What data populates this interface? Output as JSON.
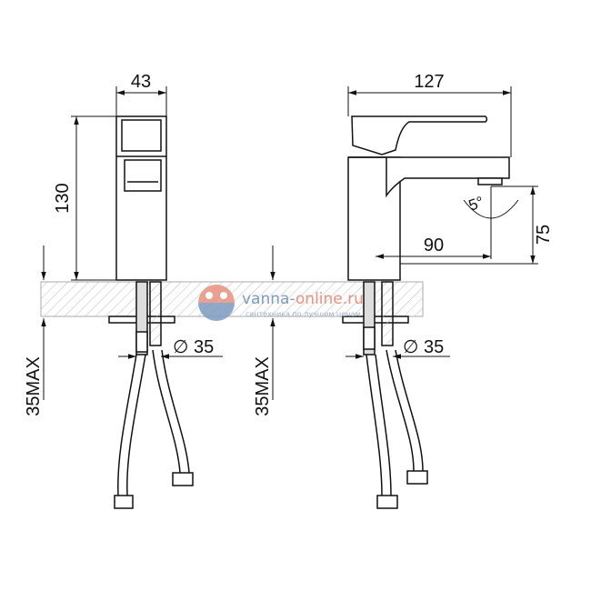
{
  "dimensions": {
    "left_view": {
      "width": "43",
      "height": "130",
      "diameter": "∅ 35",
      "max_thickness": "35MAX"
    },
    "right_view": {
      "length": "127",
      "reach": "90",
      "spout_height": "75",
      "angle": "5°",
      "diameter": "∅ 35",
      "max_thickness": "35MAX"
    }
  },
  "watermark": {
    "brand_part1": "vanna-",
    "brand_part2": "online.ru",
    "tagline": "сантехника по лучшим ценам",
    "colors": {
      "blue": "#7d9bc0",
      "red": "#e8917f"
    }
  },
  "colors": {
    "line": "#111111",
    "hatch": "#bbbbbb"
  }
}
